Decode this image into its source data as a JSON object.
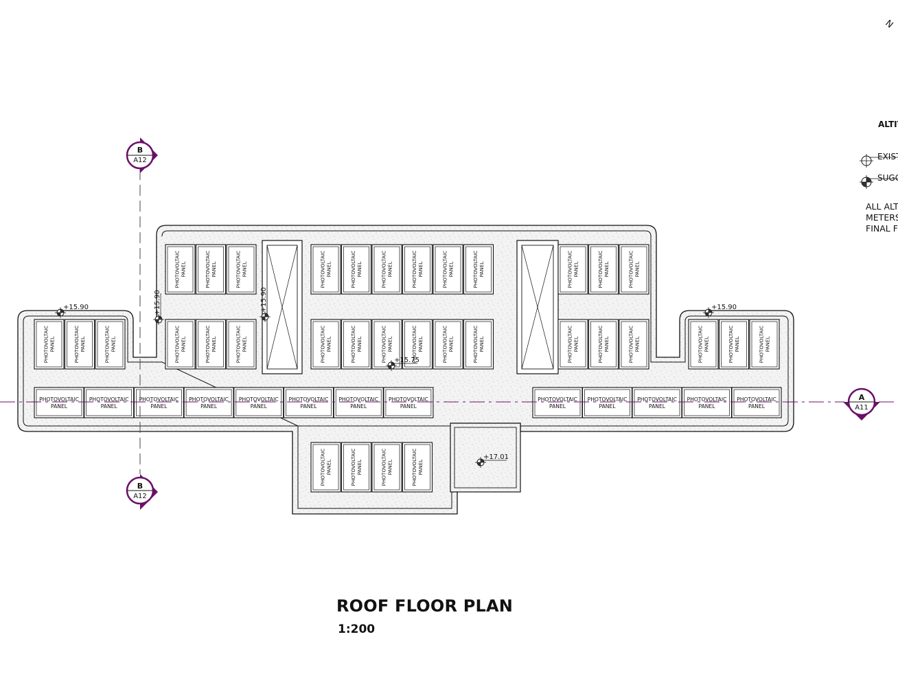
{
  "plan": {
    "title": "ROOF FLOOR PLAN",
    "scale": "1:200"
  },
  "panel_label_line1": "PHOTOVOLTAIC",
  "panel_label_line2": "PANEL",
  "levels": {
    "west_wing": "+15.90",
    "north_core": "+15.90",
    "stair_core": "+15.90",
    "east_wing": "+15.90",
    "center": "+15.75",
    "upper_roof": "+17.01"
  },
  "section_markers": {
    "b_top": {
      "letter": "B",
      "sheet": "A12"
    },
    "b_bottom": {
      "letter": "B",
      "sheet": "A12"
    },
    "a_right": {
      "letter": "A",
      "sheet": "A11"
    }
  },
  "legend": {
    "title": "ALTIT",
    "existing": "EXISTI",
    "suggested": "SUGG",
    "note_lines": [
      "ALL ALT",
      "METERS",
      "FINAL F"
    ]
  },
  "north_arrow": "N",
  "colors": {
    "line": "#111111",
    "section_accent": "#6b0f6b",
    "roof_fill": "#f4f4f4"
  }
}
